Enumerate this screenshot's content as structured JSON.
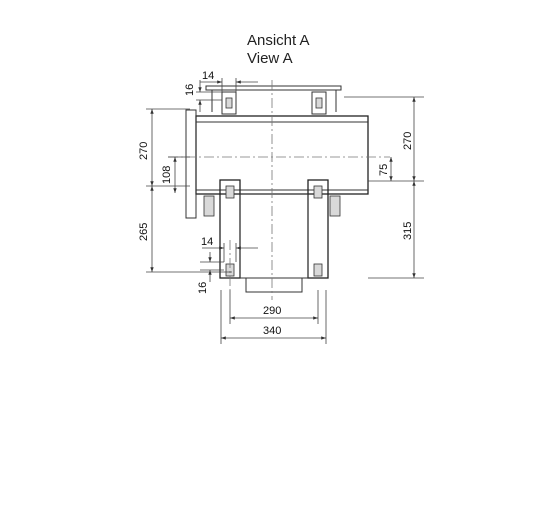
{
  "title": {
    "de": "Ansicht A",
    "en": "View A"
  },
  "dimensions": {
    "top_bracket_width": "14",
    "top_bracket_height": "16",
    "upper_height_left": "270",
    "center_offset_left": "108",
    "lower_height_left": "265",
    "lower_bracket_width": "14",
    "lower_bracket_height": "16",
    "upper_height_right": "270",
    "center_offset_right": "75",
    "lower_height_right": "315",
    "inner_width": "290",
    "outer_width": "340"
  }
}
